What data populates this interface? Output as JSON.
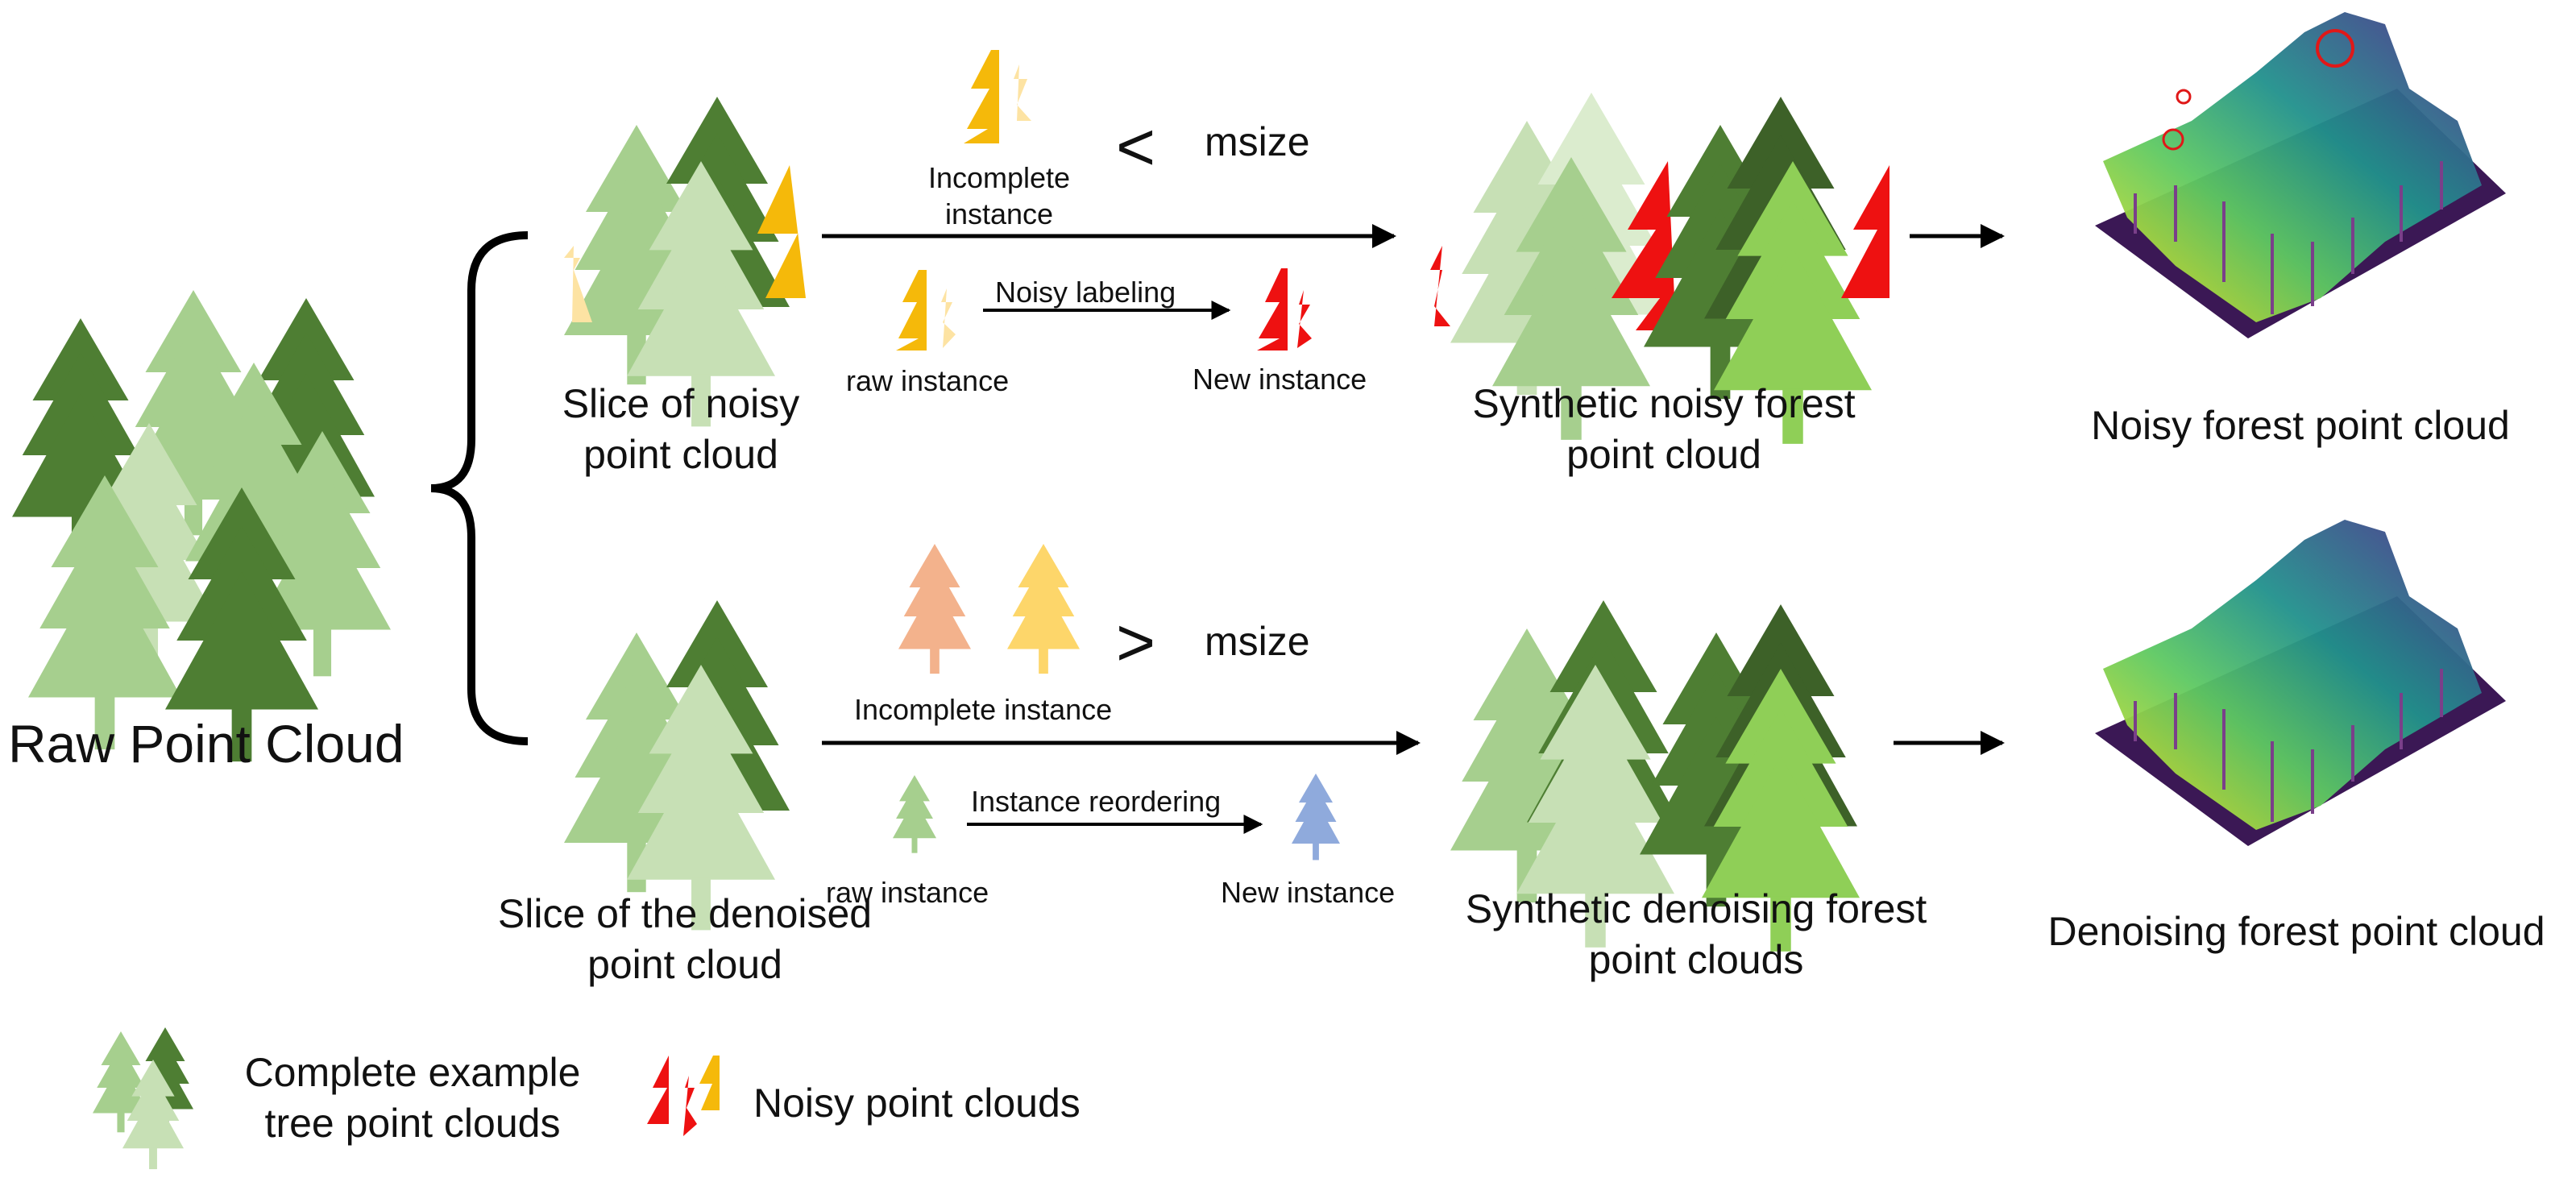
{
  "raw": {
    "title": "Raw Point Cloud"
  },
  "noisy_branch": {
    "slice_label": "Slice of noisy point cloud",
    "incomplete_label": "Incomplete instance",
    "compare_symbol": "<",
    "compare_value": "msize",
    "transform_label": "Noisy labeling",
    "raw_instance_label": "raw instance",
    "new_instance_label": "New instance",
    "synthetic_label": "Synthetic noisy forest point cloud",
    "result_label": "Noisy forest point cloud"
  },
  "denoise_branch": {
    "slice_label": "Slice of the denoised point cloud",
    "incomplete_label": "Incomplete instance",
    "compare_symbol": ">",
    "compare_value": "msize",
    "transform_label": "Instance reordering",
    "raw_instance_label": "raw instance",
    "new_instance_label": "New instance",
    "synthetic_label": "Synthetic denoising forest point clouds",
    "result_label": "Denoising forest point cloud"
  },
  "legend": {
    "complete_label": "Complete example tree point clouds",
    "noisy_label": "Noisy point clouds"
  },
  "colors": {
    "tree_dark": "#4e7e33",
    "tree_mid": "#a6cf8e",
    "tree_light": "#c7e0b5",
    "tree_darkest": "#3d6128",
    "tree_bright": "#8fcf57",
    "noise_yellow": "#f5b90a",
    "noise_yellow_light": "#fde3a3",
    "noise_red": "#ee1111",
    "peach": "#f3b28c",
    "gold": "#fdd66a",
    "blue": "#8faadc",
    "ground": "#3b1855"
  }
}
